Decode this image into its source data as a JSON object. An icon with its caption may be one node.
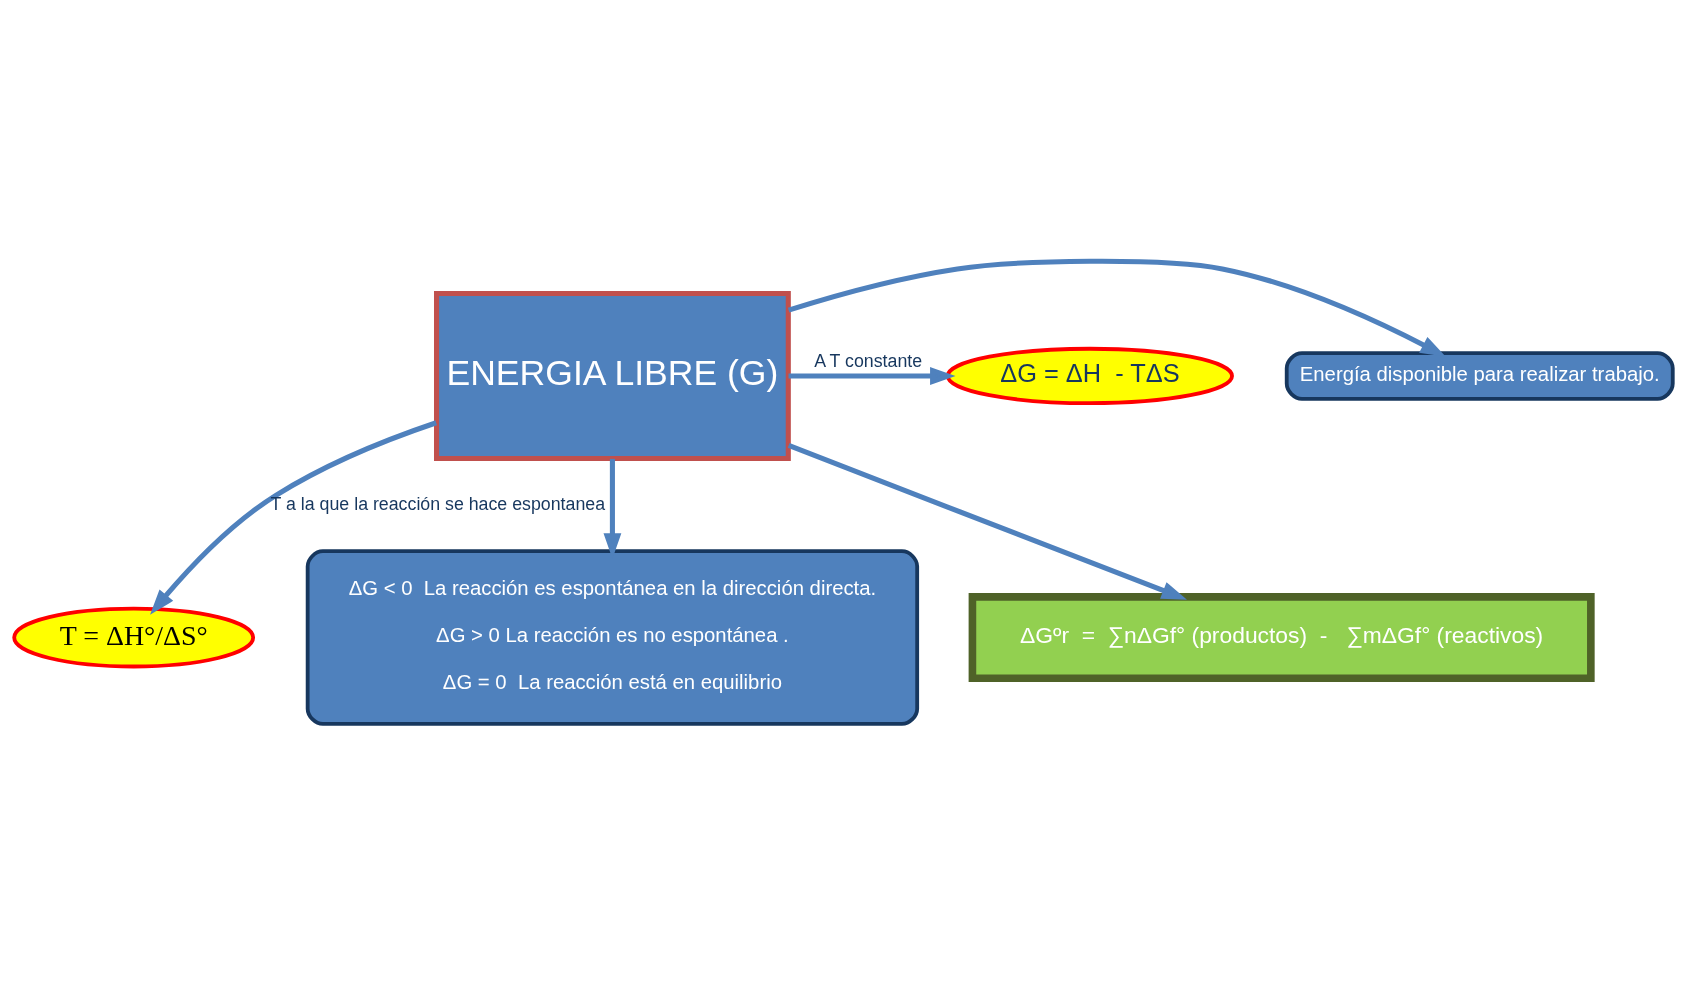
{
  "diagram": {
    "nodes": [
      {
        "text": [
          "ENERGIA LIBRE (G)"
        ]
      },
      {
        "text": [
          "Energía disponible para realizar trabajo."
        ]
      },
      {
        "text": [
          "ΔG = ΔH  - TΔS"
        ]
      },
      {
        "text": [
          "T = ΔH°/ΔS°"
        ]
      },
      {
        "text": [
          "ΔG < 0  La reacción es espontánea en la dirección directa.",
          "ΔG > 0 La reacción es no espontánea .",
          "ΔG = 0  La reacción está en equilibrio"
        ]
      },
      {
        "text": [
          "ΔGºr  =  ∑nΔGf° (productos)  -   ∑mΔGf° (reactivos)"
        ]
      }
    ],
    "edges": [
      {
        "from": 0,
        "to": 1,
        "arrow": "to"
      },
      {
        "from": 0,
        "to": 2,
        "arrow": "to",
        "label": "A T constante"
      },
      {
        "from": 0,
        "to": 3,
        "arrow": "to",
        "label": "T a la que la reacción se hace espontanea"
      },
      {
        "from": 0,
        "to": 4,
        "arrow": "to"
      },
      {
        "from": 0,
        "to": 5,
        "arrow": "to"
      }
    ]
  }
}
